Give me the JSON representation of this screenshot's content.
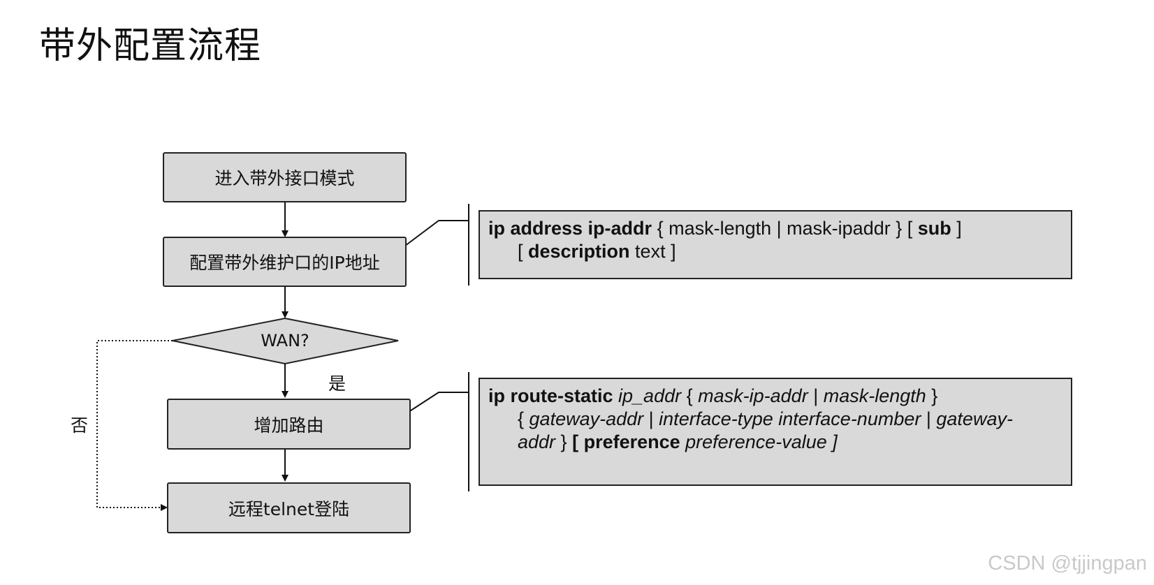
{
  "title": "带外配置流程",
  "flow": {
    "step1": "进入带外接口模式",
    "step2": "配置带外维护口的IP地址",
    "decision": "WAN?",
    "yes_label": "是",
    "no_label": "否",
    "step3": "增加路由",
    "step4": "远程telnet登陆"
  },
  "cmd_ip": {
    "l1_a": "ip address ip-addr",
    "l1_b": " { mask-length | mask-ipaddr } [ ",
    "l1_c": "sub",
    "l1_d": " ]",
    "l2_a": "[ ",
    "l2_b": "description",
    "l2_c": " text ]"
  },
  "cmd_route": {
    "l1_a": "ip route-static ",
    "l1_b": "ip_addr",
    "l1_c": " { ",
    "l1_d": "mask-ip-addr",
    "l1_e": " | ",
    "l1_f": "mask-length",
    "l1_g": " }",
    "l2_a": "{ ",
    "l2_b": "gateway-addr",
    "l2_c": " | ",
    "l2_d": "interface-type interface-number",
    "l2_e": " | ",
    "l2_f": "gateway-",
    "l3_a": "addr",
    "l3_b": " } ",
    "l3_c": "[ preference ",
    "l3_d": "preference-value ]"
  },
  "watermark": "CSDN @tjjingpan"
}
